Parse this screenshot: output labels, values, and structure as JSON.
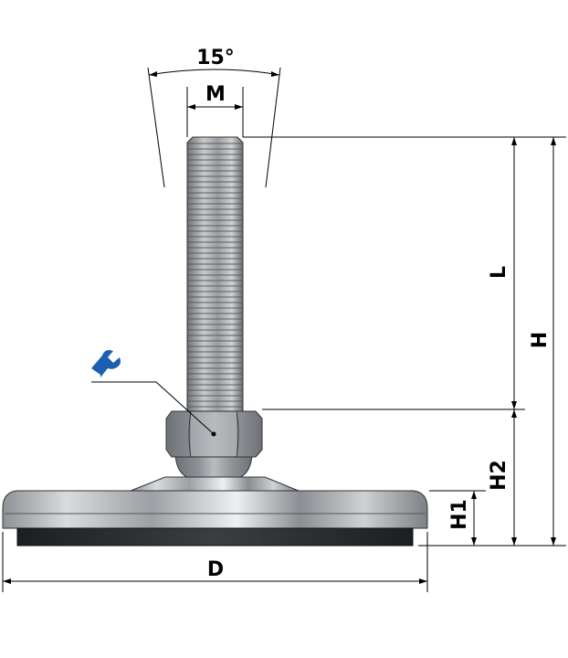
{
  "labels": {
    "angle": "15°",
    "thread": "M",
    "thread_length": "L",
    "total_height": "H",
    "nut_height": "H2",
    "base_height": "H1",
    "diameter": "D"
  },
  "icons": {
    "wrench": "wrench-icon"
  },
  "colors": {
    "wrench": "#1b5fb0",
    "pad": "#262a2c",
    "steel": "#b9bcbf"
  }
}
